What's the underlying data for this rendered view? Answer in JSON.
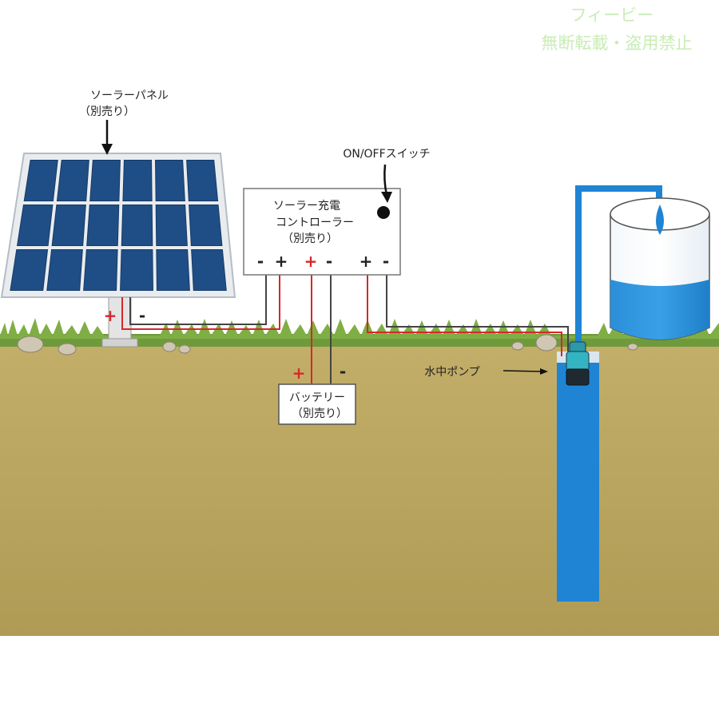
{
  "watermark": {
    "line1": "フィービー",
    "line2": "無断転載・盗用禁止"
  },
  "panel": {
    "label": "ソーラーパネル",
    "note": "（別売り）",
    "plus": "+",
    "minus": "-"
  },
  "switch": {
    "label": "ON/OFFスイッチ"
  },
  "controller": {
    "line1": "ソーラー充電",
    "line2": "コントローラー",
    "note": "（別売り）",
    "terminals": [
      "-",
      "+",
      "+",
      "-",
      "+",
      "-"
    ]
  },
  "battery": {
    "label": "バッテリー",
    "note": "（別売り）",
    "plus": "+",
    "minus": "-"
  },
  "pump": {
    "label": "水中ポンプ"
  },
  "colors": {
    "ground": "#b9a55f",
    "grass": "#6f9a3c",
    "water": "#1f84d4",
    "panel_cell": "#1f4e86",
    "wire_red": "#d62828",
    "wire_black": "#444444"
  }
}
